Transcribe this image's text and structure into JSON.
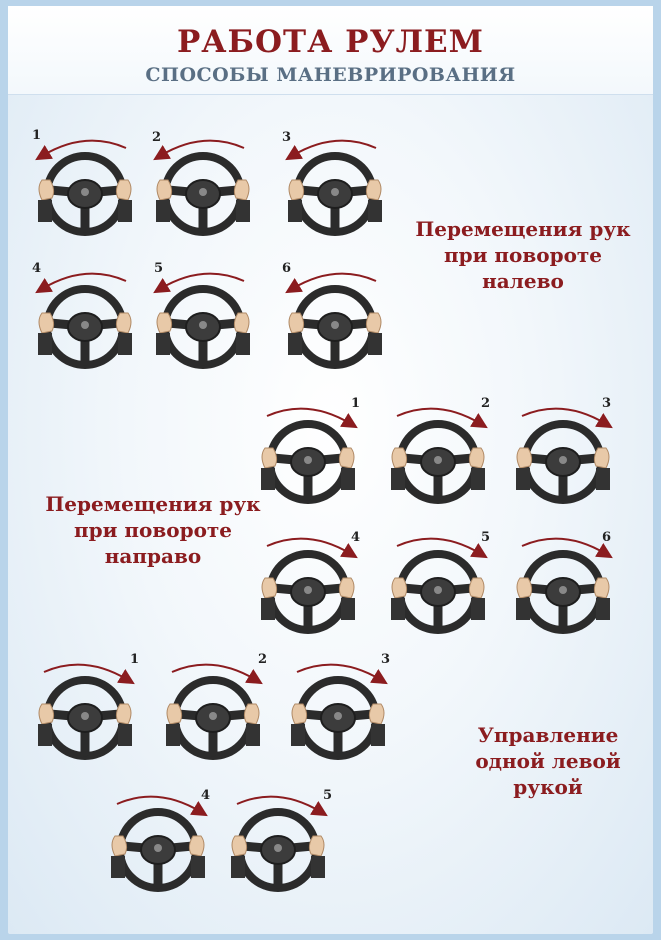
{
  "header": {
    "title": "РАБОТА РУЛЕМ",
    "subtitle": "СПОСОБЫ МАНЕВРИРОВАНИЯ"
  },
  "sections": {
    "left_turn": {
      "caption": "Перемещения рук при повороте налево",
      "steps": [
        "1",
        "2",
        "3",
        "4",
        "5",
        "6"
      ]
    },
    "right_turn": {
      "caption": "Перемещения рук при повороте направо",
      "steps": [
        "1",
        "2",
        "3",
        "4",
        "5",
        "6"
      ]
    },
    "one_hand": {
      "caption": "Управление одной левой рукой",
      "steps": [
        "1",
        "2",
        "3",
        "4",
        "5"
      ]
    }
  },
  "colors": {
    "title": "#8b1c1f",
    "subtitle": "#5a6f84",
    "arrow": "#8b1c1f",
    "wheel": "#2b2b2b"
  }
}
